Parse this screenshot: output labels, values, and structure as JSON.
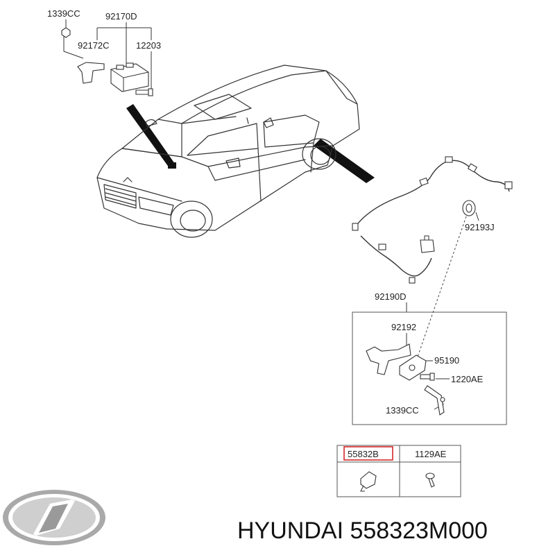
{
  "labels": {
    "clip_top": "1339CC",
    "unit_assembly": "92170D",
    "unit_bracket": "92172C",
    "unit_bolt": "12203",
    "harness_connector": "92193J",
    "harness": "92190D",
    "sensor_bracket": "92192",
    "sensor": "95190",
    "sensor_bolt": "1220AE",
    "sensor_clip": "1339CC"
  },
  "table": {
    "headers": [
      "55832B",
      "1129AE"
    ],
    "highlight_index": 0,
    "highlight_color": "#d62828"
  },
  "brand": {
    "logo": "hyundai-logo-icon",
    "caption": "HYUNDAI 558323M000"
  }
}
